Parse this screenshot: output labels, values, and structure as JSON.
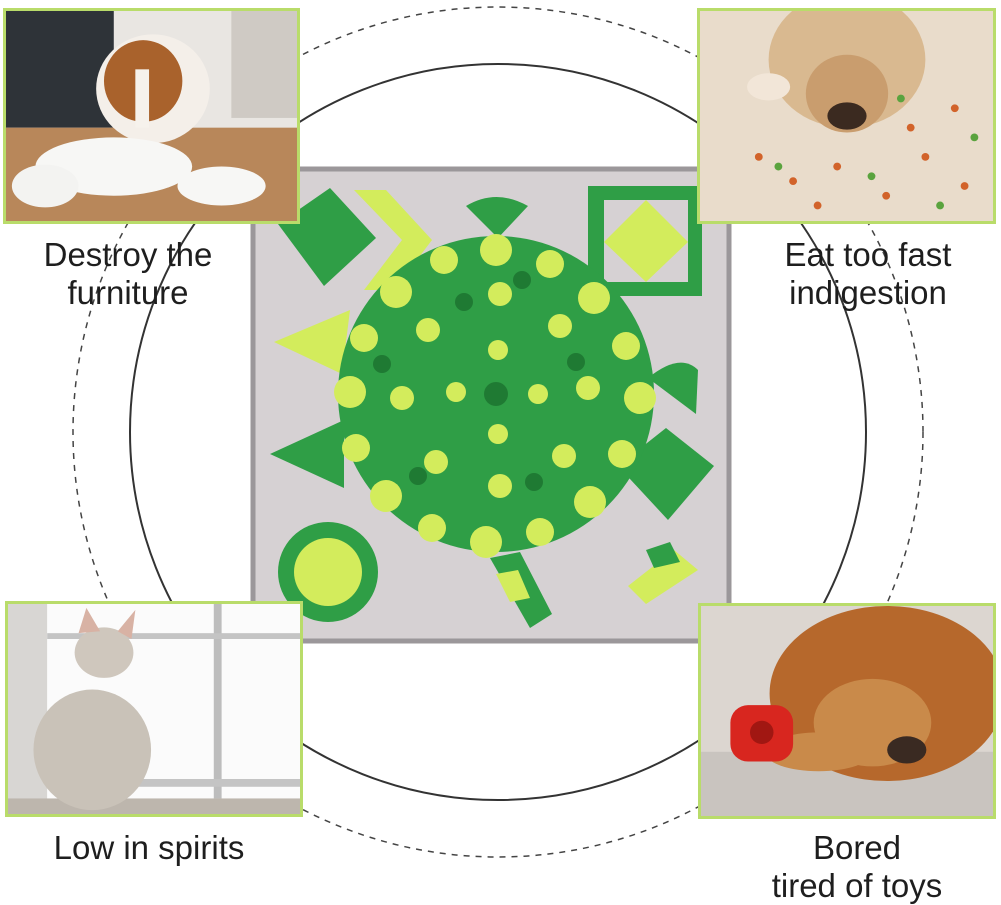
{
  "panels": {
    "top_left": {
      "caption_line1": "Destroy the",
      "caption_line2": "furniture",
      "photo": "dog-destroying-plush-toy"
    },
    "top_right": {
      "caption_line1": "Eat too fast",
      "caption_line2": "indigestion",
      "photo": "dog-eating-scattered-kibble"
    },
    "bottom_left": {
      "caption_line1": "Low in spirits",
      "photo": "dog-looking-out-window"
    },
    "bottom_right": {
      "caption_line1": "Bored",
      "caption_line2": "tired of toys",
      "photo": "dog-lying-with-red-toy"
    }
  },
  "product": {
    "name": "snuffle-mat",
    "colors": {
      "felt_dark": "#2f9e46",
      "felt_light": "#d3ec5c",
      "base": "#d6d1d3",
      "border": "#9b979a",
      "frame": "#b9dc6a"
    }
  }
}
